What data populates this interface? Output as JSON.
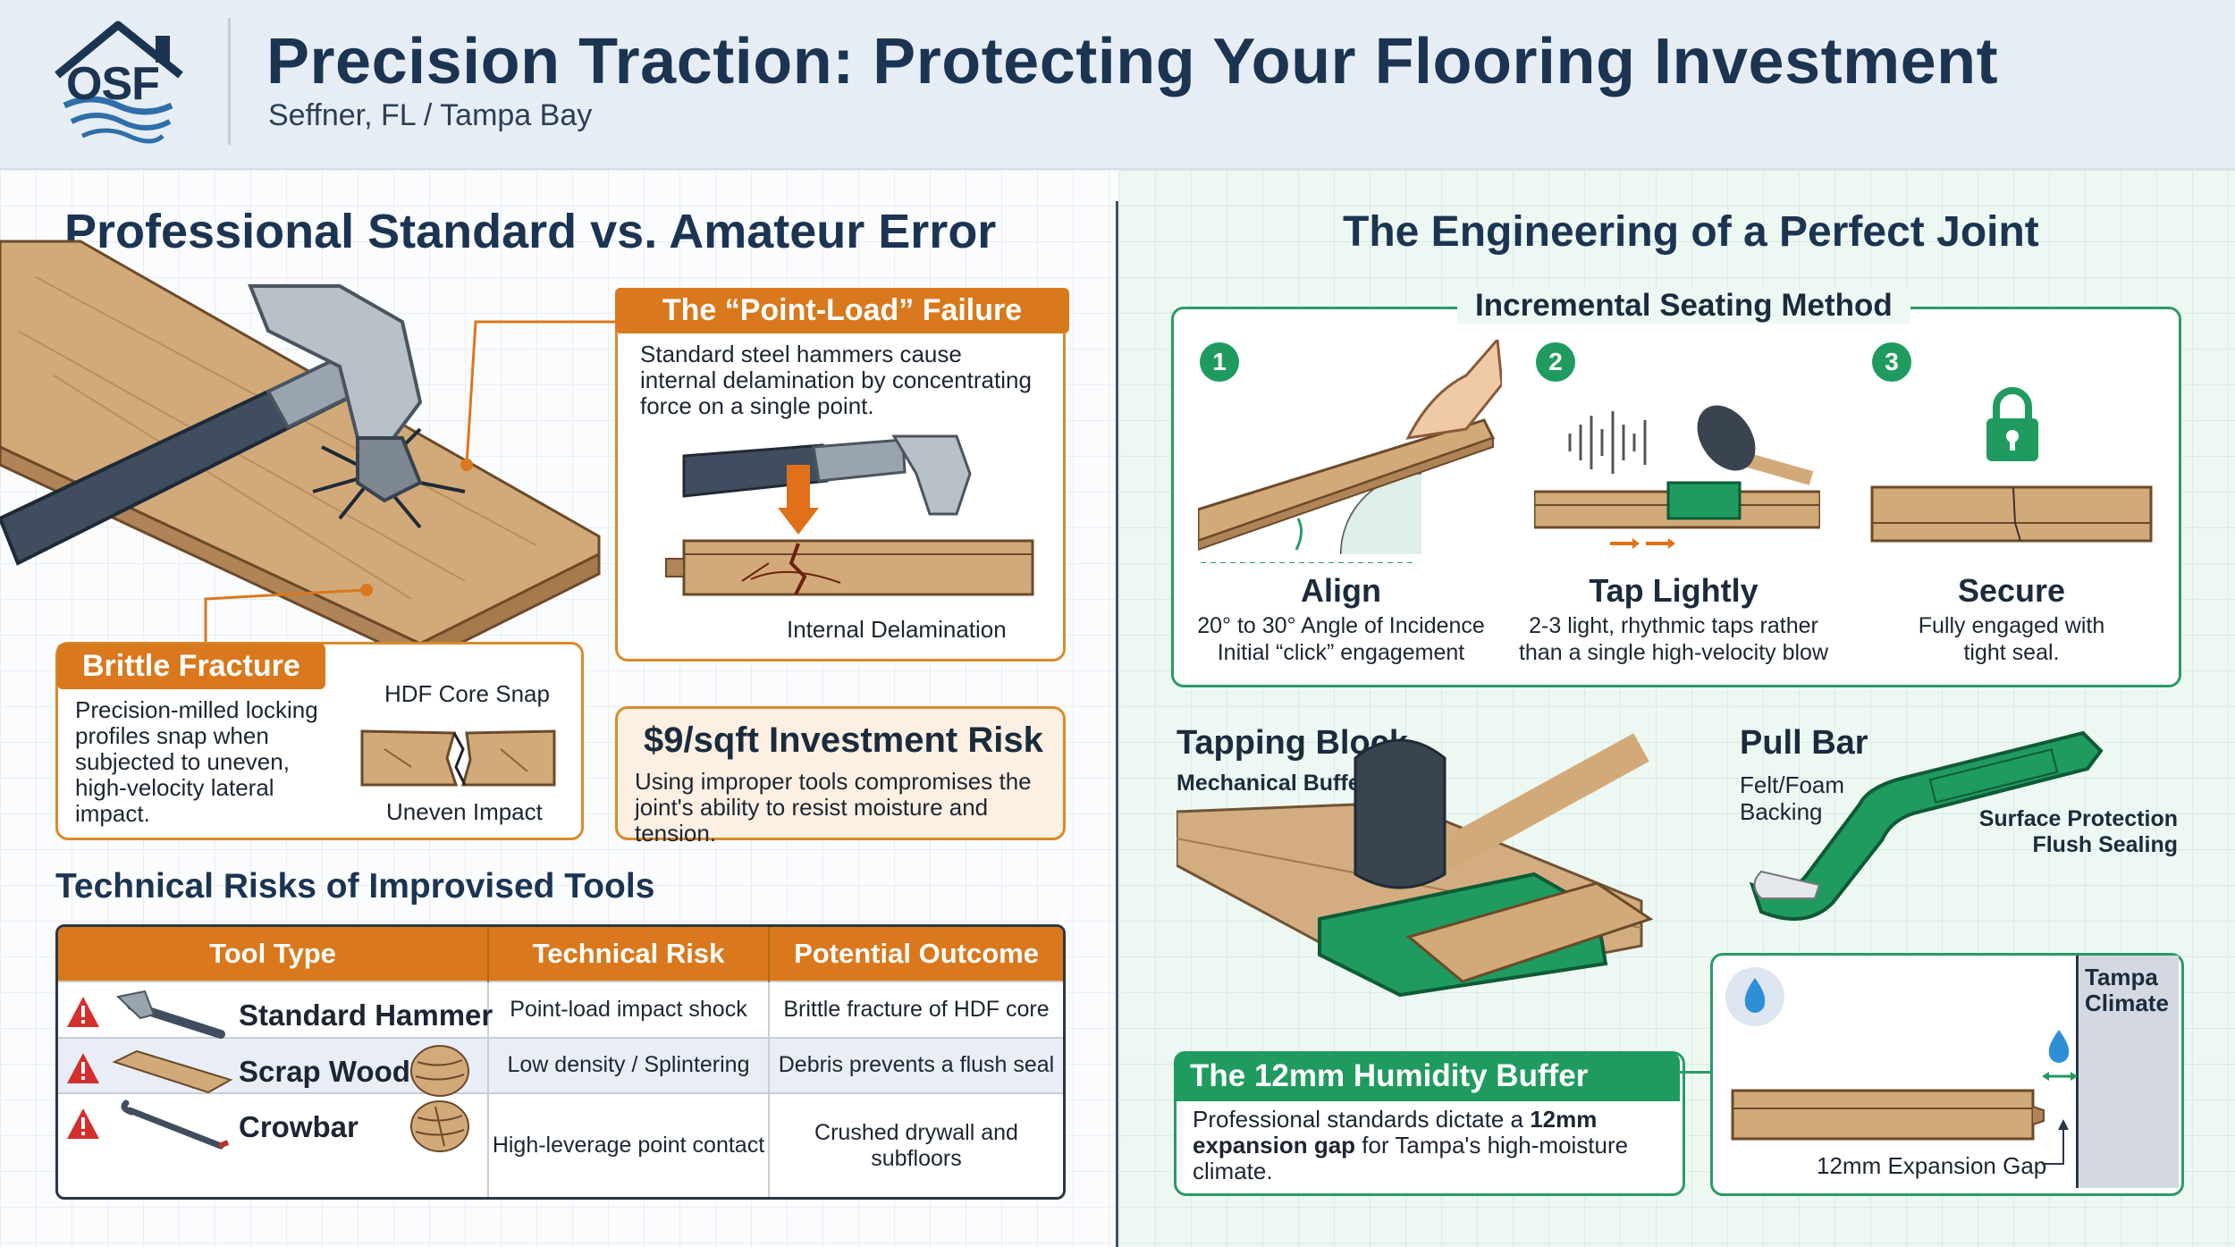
{
  "header": {
    "logo_text": "OSF",
    "title": "Precision Traction: Protecting Your Flooring Investment",
    "subtitle": "Seffner, FL / Tampa Bay"
  },
  "left": {
    "heading": "Professional Standard vs. Amateur Error",
    "point_load": {
      "title": "The “Point-Load” Failure",
      "text": "Standard steel hammers cause internal delamination by concentrating force on a single point.",
      "caption": "Internal Delamination"
    },
    "brittle": {
      "title": "Brittle Fracture",
      "text": "Precision-milled locking profiles snap when subjected to uneven, high-velocity lateral impact.",
      "label_top": "HDF Core Snap",
      "label_bottom": "Uneven Impact"
    },
    "investment": {
      "title": "$9/sqft Investment Risk",
      "text": "Using improper tools compromises the joint's ability to resist moisture and tension."
    },
    "risks_heading": "Technical Risks of Improvised Tools",
    "table": {
      "headers": [
        "Tool Type",
        "Technical Risk",
        "Potential Outcome"
      ],
      "rows": [
        {
          "tool": "Standard Hammer",
          "risk": "Point-load impact shock",
          "outcome": "Brittle fracture of HDF core"
        },
        {
          "tool": "Scrap Wood",
          "risk": "Low density / Splintering",
          "outcome": "Debris prevents a flush seal"
        },
        {
          "tool": "Crowbar",
          "risk": "High-leverage point contact",
          "outcome": "Crushed drywall and subfloors"
        }
      ]
    }
  },
  "right": {
    "heading": "The Engineering of a Perfect Joint",
    "method_title": "Incremental Seating Method",
    "steps": [
      {
        "num": "1",
        "title": "Align",
        "line1": "20° to 30° Angle of Incidence",
        "line2": "Initial “click” engagement"
      },
      {
        "num": "2",
        "title": "Tap Lightly",
        "line1": "2-3 light, rhythmic taps rather",
        "line2": "than a single high-velocity blow"
      },
      {
        "num": "3",
        "title": "Secure",
        "line1": "Fully engaged with",
        "line2": "tight seal."
      }
    ],
    "tapping_block": {
      "title": "Tapping Block",
      "subtitle": "Mechanical Buffer"
    },
    "pull_bar": {
      "title": "Pull Bar",
      "felt_line1": "Felt/Foam",
      "felt_line2": "Backing",
      "note_line1": "Surface Protection",
      "note_line2": "Flush Sealing"
    },
    "humidity": {
      "title": "The 12mm Humidity Buffer",
      "text_pre": "Professional standards dictate a ",
      "text_bold": "12mm expansion gap",
      "text_post": " for Tampa's high-moisture climate.",
      "climate_line1": "Tampa",
      "climate_line2": "Climate",
      "gap_label": "12mm Expansion Gap"
    }
  },
  "colors": {
    "navy": "#1b3452",
    "orange": "#d9781c",
    "green": "#1f9b5f",
    "wood": "#d2aa7a"
  }
}
